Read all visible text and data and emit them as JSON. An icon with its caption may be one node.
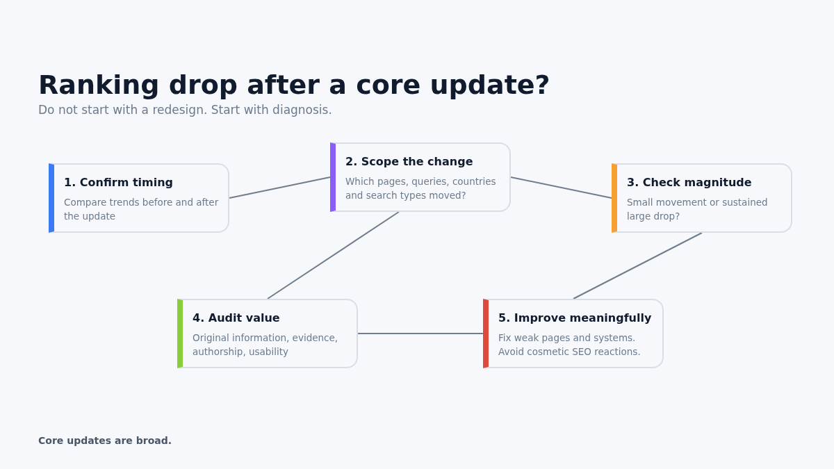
{
  "diagram": {
    "title": "Ranking drop after a core update?",
    "nodes": [
      {
        "text": [
          "1. Confirm timing",
          "Compare trends before and after the update"
        ]
      },
      {
        "text": [
          "2. Scope the change",
          "Which pages, queries, countries and search types moved?"
        ]
      },
      {
        "text": [
          "3. Check magnitude",
          "Small movement or sustained large drop?"
        ]
      },
      {
        "text": [
          "4. Audit value",
          "Original information, evidence, authorship, usability"
        ]
      },
      {
        "text": [
          "5. Improve meaningfully",
          "Fix weak pages and systems. Avoid cosmetic SEO reactions."
        ]
      }
    ],
    "edges": [
      {
        "from": 0,
        "to": 1,
        "arrow": "none"
      },
      {
        "from": 1,
        "to": 2,
        "arrow": "none"
      },
      {
        "from": 1,
        "to": 3,
        "arrow": "none"
      },
      {
        "from": 2,
        "to": 4,
        "arrow": "none"
      },
      {
        "from": 3,
        "to": 4,
        "arrow": "none"
      }
    ],
    "labels": [
      "Do not start with a redesign. Start with diagnosis.",
      "Core updates are broad."
    ]
  }
}
